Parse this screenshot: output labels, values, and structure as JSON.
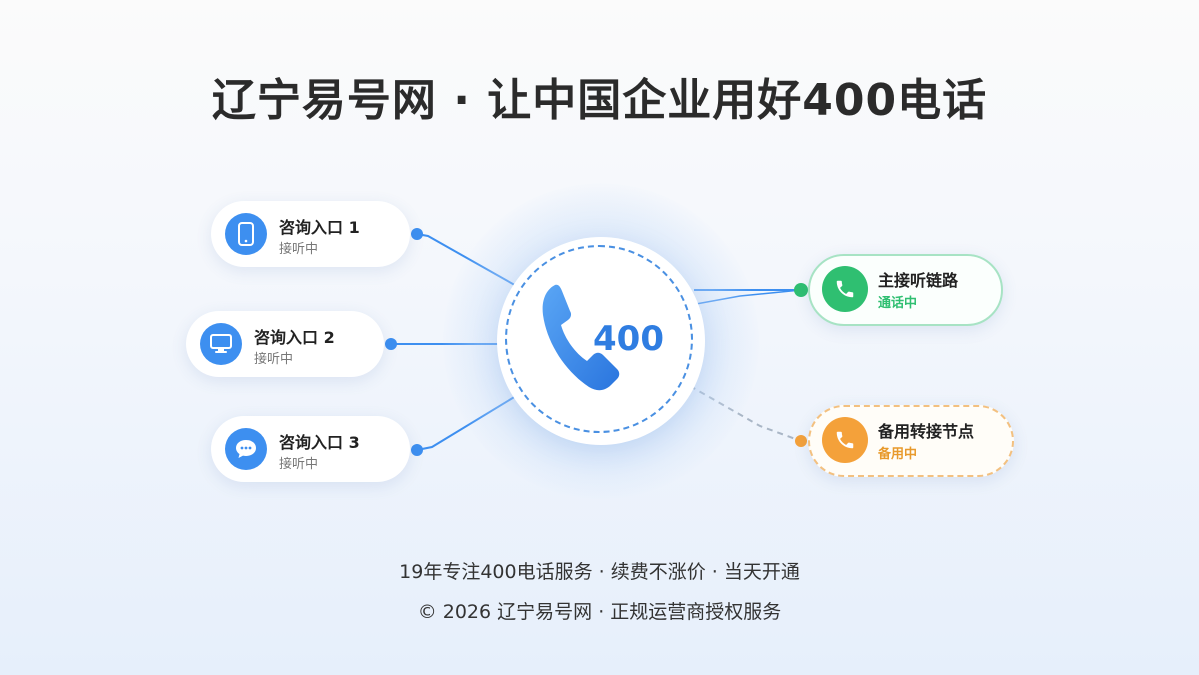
{
  "title": "辽宁易号网 · 让中国企业用好400电话",
  "hub": {
    "number": "400",
    "icon": "phone-icon"
  },
  "entries": [
    {
      "label": "咨询入口 1",
      "status": "接听中",
      "icon": "mobile-icon"
    },
    {
      "label": "咨询入口 2",
      "status": "接听中",
      "icon": "monitor-icon"
    },
    {
      "label": "咨询入口 3",
      "status": "接听中",
      "icon": "chat-icon"
    }
  ],
  "main_link": {
    "label": "主接听链路",
    "status": "通话中",
    "icon": "phone-icon"
  },
  "backup_link": {
    "label": "备用转接节点",
    "status": "备用中",
    "icon": "phone-icon"
  },
  "footer": {
    "line1": "19年专注400电话服务 · 续费不涨价 · 当天开通",
    "line2": "© 2026 辽宁易号网 · 正规运营商授权服务"
  },
  "colors": {
    "primary_blue": "#3d8ff0",
    "green": "#2fbf71",
    "orange": "#f4a13a",
    "title": "#2b2b2b"
  }
}
